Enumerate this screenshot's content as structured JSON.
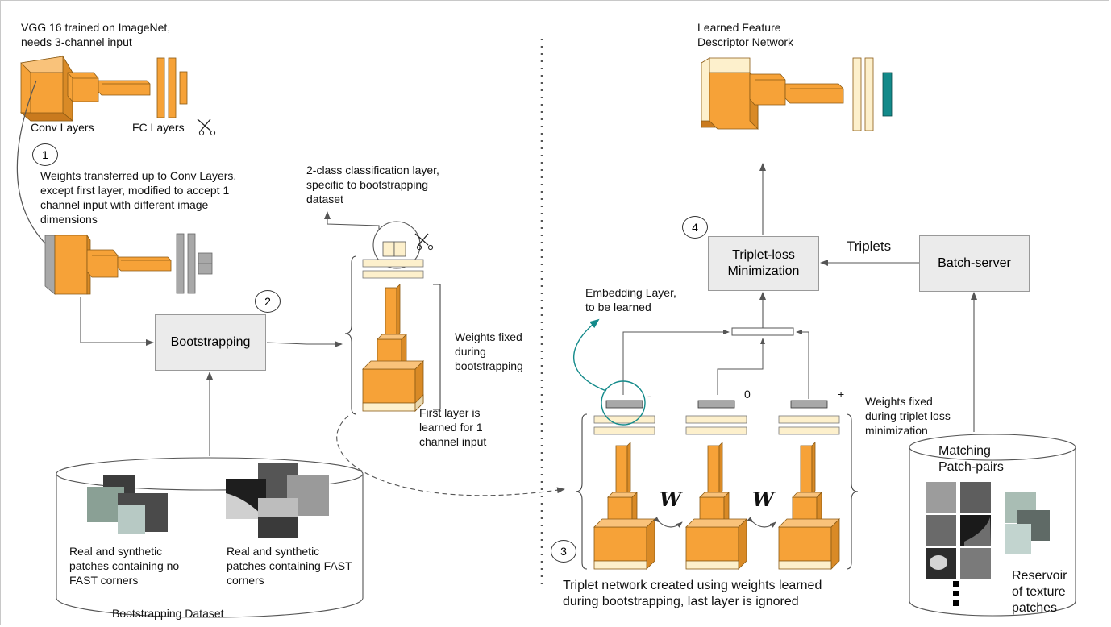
{
  "left": {
    "vgg_caption": "VGG 16 trained on ImageNet,\nneeds 3-channel input",
    "conv_layers_label": "Conv Layers",
    "fc_layers_label": "FC Layers",
    "step1_number": "1",
    "weights_transfer_caption": "Weights transferred up to Conv Layers,\nexcept first layer,  modified to accept 1\nchannel input with different image\ndimensions",
    "step2_number": "2",
    "bootstrapping_box": "Bootstrapping",
    "classification_caption": "2-class classification layer,\nspecific to bootstrapping\ndataset",
    "weights_fixed_bootstrap": "Weights fixed\nduring\nbootstrapping",
    "first_layer_caption": "First layer is\nlearned for 1\nchannel input",
    "no_fast_caption": "Real and synthetic\npatches containing no\nFAST corners",
    "fast_caption": "Real and synthetic\npatches containing FAST\ncorners",
    "dataset_label": "Bootstrapping Dataset"
  },
  "right": {
    "learned_network_caption": "Learned Feature\nDescriptor Network",
    "step4_number": "4",
    "triplet_loss_box": "Triplet-loss\nMinimization",
    "triplets_label": "Triplets",
    "batch_server_box": "Batch-server",
    "embedding_caption": "Embedding Layer,\nto be learned",
    "sign_minus": "-",
    "sign_zero": "0",
    "sign_plus": "+",
    "weights_fixed_triplet": "Weights fixed\nduring triplet loss\nminimization",
    "w_symbol_1": "W",
    "w_symbol_2": "W",
    "step3_number": "3",
    "triplet_network_caption": "Triplet network created using weights learned\nduring bootstrapping, last layer is ignored",
    "matching_caption": "Matching\nPatch-pairs",
    "reservoir_caption": "Reservoir\nof texture\npatches"
  },
  "colors": {
    "orange": "#f6a238",
    "orange_dark": "#c97a1e",
    "cream": "#fdf0cc",
    "gray": "#a8a8a8",
    "teal": "#138a8a"
  }
}
